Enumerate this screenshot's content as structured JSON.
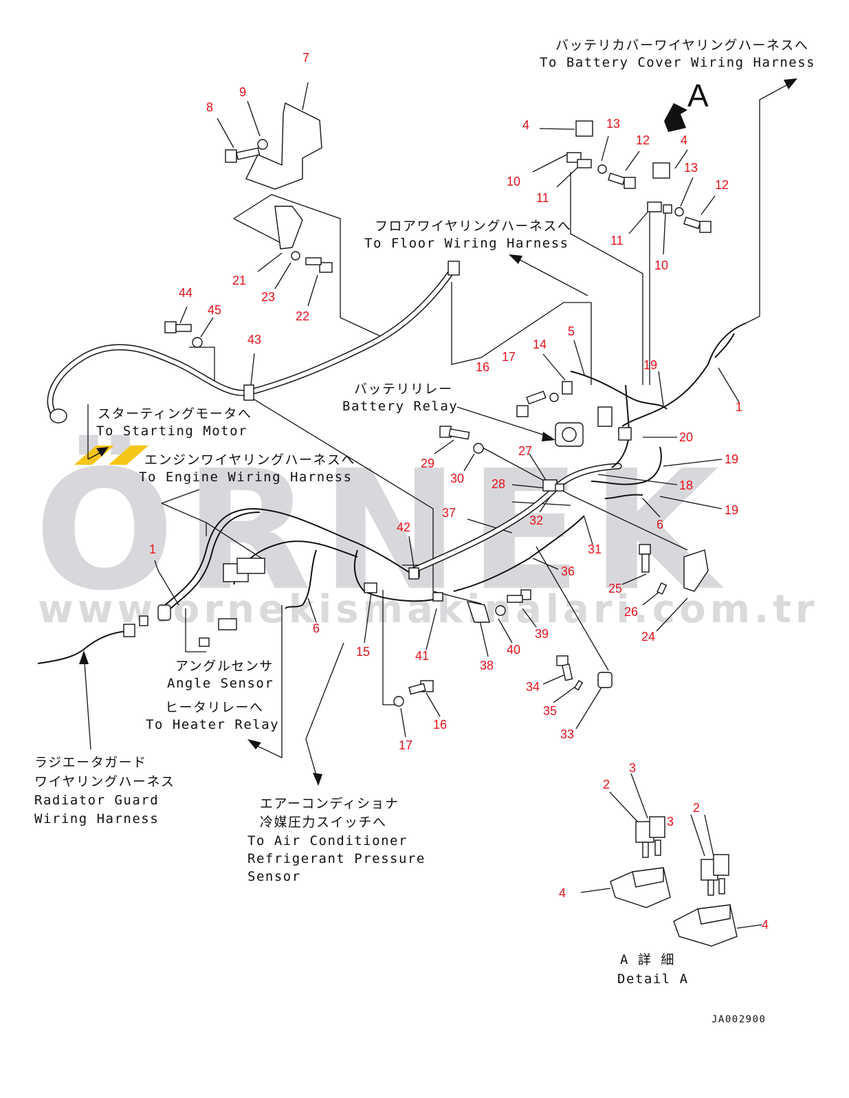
{
  "watermark": {
    "brand": "ÖRNEK",
    "url": "www.ornekismakinalari.com.tr",
    "accent_color": "#f5c518"
  },
  "drawing_code": "JA002900",
  "view_marker": "A",
  "captions": {
    "battery_cover_jp": "バッテリカバーワイヤリングハーネスへ",
    "battery_cover_en": "To Battery Cover Wiring Harness",
    "floor_jp": "フロアワイヤリングハーネスへ",
    "floor_en": "To Floor Wiring Harness",
    "battery_relay_jp": "バッテリリレー",
    "battery_relay_en": "Battery Relay",
    "starting_motor_jp": "スターティングモータへ",
    "starting_motor_en": "To Starting Motor",
    "engine_jp": "エンジンワイヤリングハーネスへ",
    "engine_en": "To Engine Wiring Harness",
    "angle_sensor_jp": "アングルセンサ",
    "angle_sensor_en": "Angle Sensor",
    "heater_relay_jp": "ヒータリレーへ",
    "heater_relay_en": "To Heater Relay",
    "radiator_jp_1": "ラジエータガード",
    "radiator_jp_2": "ワイヤリングハーネス",
    "radiator_en_1": "Radiator Guard",
    "radiator_en_2": "Wiring Harness",
    "aircon_jp_1": "エアーコンディショナ",
    "aircon_jp_2": "冷媒圧力スイッチへ",
    "aircon_en_1": "To Air Conditioner",
    "aircon_en_2": "Refrigerant Pressure",
    "aircon_en_3": "Sensor",
    "detail_jp": "A 詳 細",
    "detail_en": "Detail A"
  },
  "part_numbers": [
    "1",
    "2",
    "3",
    "4",
    "5",
    "6",
    "7",
    "8",
    "9",
    "10",
    "11",
    "12",
    "13",
    "14",
    "15",
    "16",
    "17",
    "18",
    "19",
    "20",
    "21",
    "22",
    "23",
    "24",
    "25",
    "26",
    "27",
    "28",
    "29",
    "30",
    "31",
    "32",
    "33",
    "34",
    "35",
    "36",
    "37",
    "38",
    "39",
    "40",
    "41",
    "42",
    "43",
    "44",
    "45"
  ]
}
